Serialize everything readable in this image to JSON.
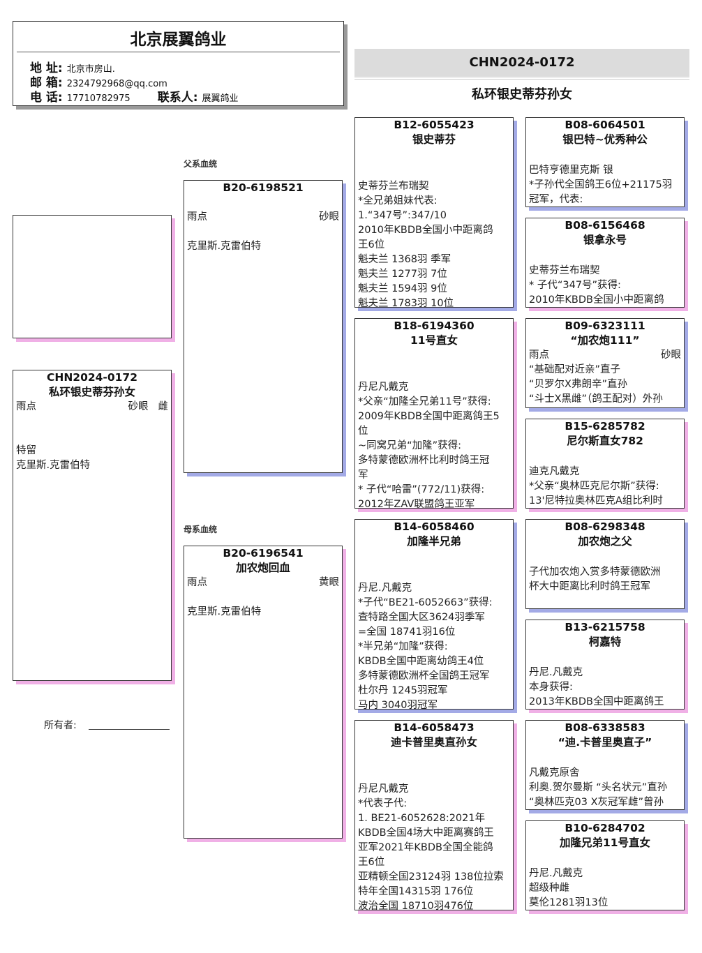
{
  "header": {
    "company": "北京展翼鸽业",
    "address_label": "地 址:",
    "address": "北京市房山.",
    "email_label": "邮 箱:",
    "email": "2324792968@qq.com",
    "phone_label": "电 话:",
    "phone": "17710782975",
    "contact_label": "联系人:",
    "contact": "展翼鸽业"
  },
  "title_band": {
    "ring": "CHN2024-0172",
    "name": "私环银史蒂芬孙女"
  },
  "labels": {
    "sire_line": "父系血统",
    "dam_line": "母系血统",
    "owner": "所有者:"
  },
  "colors": {
    "male_shadow": "#a3aae6",
    "female_shadow": "#f0b0e6"
  },
  "boxes": {
    "subject": {
      "ring": "CHN2024-0172",
      "name": "私环银史蒂芬孙女",
      "attr_left": "雨点",
      "attr_right": [
        "砂眼",
        "雌"
      ],
      "lines": [
        "特留",
        "克里斯.克雷伯特"
      ]
    },
    "sire": {
      "ring": "B20-6198521",
      "name": "",
      "attr_left": "雨点",
      "attr_right": [
        "砂眼"
      ],
      "lines": [
        "克里斯.克雷伯特"
      ]
    },
    "dam": {
      "ring": "B20-6196541",
      "name": "加农炮回血",
      "attr_left": "雨点",
      "attr_right": [
        "黄眼"
      ],
      "lines": [
        "克里斯.克雷伯特"
      ]
    },
    "ss": {
      "ring": "B12-6055423",
      "name": "银史蒂芬",
      "lines": [
        "史蒂芬兰布瑞契",
        "*全兄弟姐妹代表:",
        "1.“347号”:347/10",
        "2010年KBDB全国小中距离鸽",
        "王6位",
        "魁夫兰 1368羽 季军",
        "魁夫兰 1277羽 7位",
        "魁夫兰 1594羽 9位",
        "魁夫兰 1783羽 10位"
      ]
    },
    "sd": {
      "ring": "B18-6194360",
      "name": "11号直女",
      "lines": [
        "丹尼凡戴克",
        "*父亲“加隆全兄弟11号”获得:",
        "2009年KBDB全国中距离鸽王5",
        "位",
        "~同窝兄弟“加隆”获得:",
        "多特蒙德欧洲杯比利时鸽王冠",
        "军",
        "* 子代“哈雷”(772/11)获得:",
        "2012年ZAV联盟鸽王亚军"
      ]
    },
    "ds": {
      "ring": "B14-6058460",
      "name": "加隆半兄弟",
      "lines": [
        "丹尼.凡戴克",
        "*子代“BE21-6052663”获得:",
        "查特路全国大区3624羽季军",
        "=全国 18741羽16位",
        "*半兄弟“加隆”获得:",
        "KBDB全国中距离幼鸽王4位",
        "多特蒙德欧洲杯全国鸽王冠军",
        "杜尔丹 1245羽冠军",
        "马内 3040羽冠军"
      ]
    },
    "dd": {
      "ring": "B14-6058473",
      "name": "迪卡普里奥直孙女",
      "lines": [
        "丹尼凡戴克",
        "*代表子代:",
        "1. BE21-6052628:2021年",
        "KBDB全国4场大中距离赛鸽王",
        "亚军2021年KBDB全国全能鸽",
        "王6位",
        "亚精顿全国23124羽 138位拉索",
        "特年全国14315羽 176位",
        "波治全国 18710羽476位"
      ]
    },
    "sss": {
      "ring": "B08-6064501",
      "name": "银巴特~优秀种公",
      "lines": [
        "巴特亨德里克斯 银",
        "*子孙代全国鸽王6位+21175羽",
        "冠军，代表:"
      ]
    },
    "ssd": {
      "ring": "B08-6156468",
      "name": "银拿永号",
      "lines": [
        "史蒂芬兰布瑞契",
        "* 子代“347号”获得:",
        "2010年KBDB全国小中距离鸽"
      ]
    },
    "sds": {
      "ring": "B09-6323111",
      "name": "“加农炮111”",
      "attr_left": "雨点",
      "attr_right": [
        "砂眼"
      ],
      "lines": [
        "“基础配对近亲”直子",
        "“贝罗尔X弗朗辛”直孙",
        "“斗士X黑雌”（鸽王配对）外孙"
      ]
    },
    "sdd": {
      "ring": "B15-6285782",
      "name": "尼尔斯直女782",
      "lines": [
        "迪克凡戴克",
        "*父亲“奥林匹克尼尔斯”获得:",
        "13'尼特拉奥林匹克A组比利时"
      ]
    },
    "dss": {
      "ring": "B08-6298348",
      "name": "加农炮之父",
      "lines": [
        "子代加农炮入赏多特蒙德欧洲",
        "杯大中距离比利时鸽王冠军"
      ]
    },
    "dsd": {
      "ring": "B13-6215758",
      "name": "柯嘉特",
      "lines": [
        "丹尼.凡戴克",
        "本身获得:",
        "2013年KBDB全国中距离鸽王"
      ]
    },
    "dds": {
      "ring": "B08-6338583",
      "name": "“迪.卡普里奥直子”",
      "lines": [
        "凡戴克原舍",
        "利奥.贺尔曼斯 “头名状元”直孙",
        "“奥林匹克03 X灰冠军雌”曾孙"
      ]
    },
    "ddd": {
      "ring": "B10-6284702",
      "name": "加隆兄弟11号直女",
      "lines": [
        "丹尼.凡戴克",
        "超级种雌",
        "莫伦1281羽13位"
      ]
    }
  }
}
